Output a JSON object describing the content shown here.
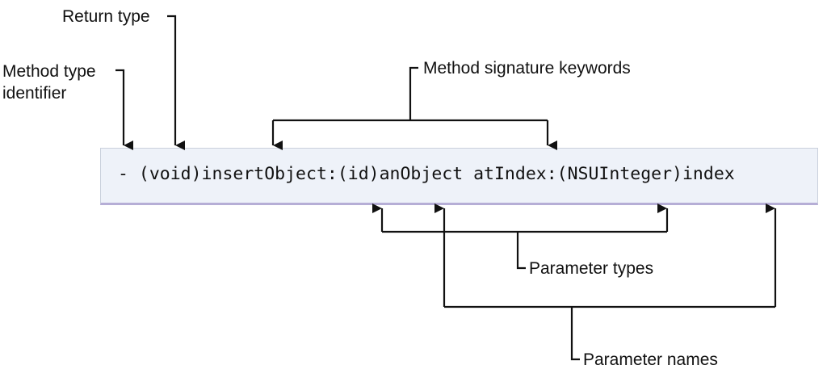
{
  "labels": {
    "return_type": "Return type",
    "method_type_identifier": "Method type\nidentifier",
    "method_signature_keywords": "Method signature keywords",
    "parameter_types": "Parameter types",
    "parameter_names": "Parameter names"
  },
  "code": "- (void)insertObject:(id)anObject atIndex:(NSUInteger)index",
  "colors": {
    "code_background": "#eef2f9",
    "code_underline": "#b6aed6",
    "lines": "#111111"
  }
}
